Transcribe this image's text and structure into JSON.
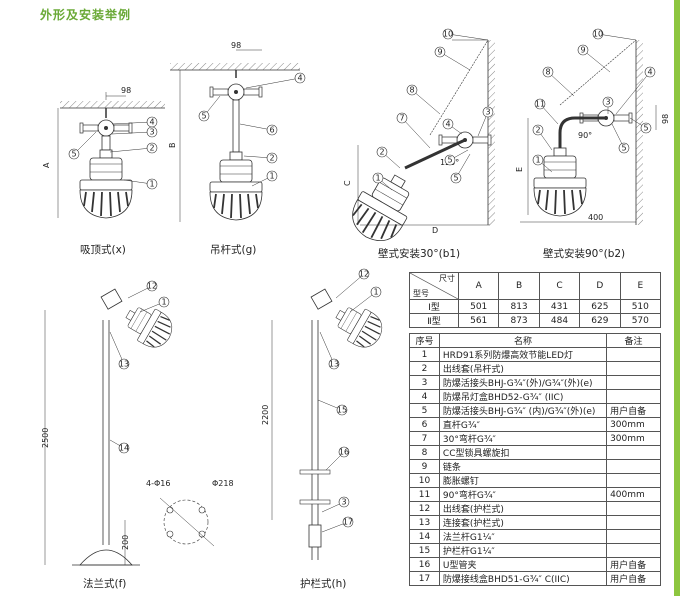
{
  "title": "外形及安装举例",
  "captions": {
    "x": "吸顶式(x)",
    "g": "吊杆式(g)",
    "b1": "壁式安装30°(b1)",
    "b2": "壁式安装90°(b2)",
    "f": "法兰式(f)",
    "h": "护栏式(h)"
  },
  "dims": {
    "d98a": "98",
    "d98b": "98",
    "dA": "A",
    "dB": "B",
    "dC": "C",
    "dD": "D",
    "dE": "E",
    "d400": "400",
    "d98c": "98",
    "d120": "120°",
    "d90": "90°",
    "d2500": "2500",
    "d200": "200",
    "d2200": "2200",
    "d4phi16": "4-Φ16",
    "dphi218": "Φ218"
  },
  "dim_table": {
    "corner_top": "尺寸",
    "corner_bottom": "型号",
    "headers": [
      "A",
      "B",
      "C",
      "D",
      "E"
    ],
    "rows": [
      {
        "model": "Ⅰ型",
        "values": [
          "501",
          "813",
          "431",
          "625",
          "510"
        ]
      },
      {
        "model": "Ⅱ型",
        "values": [
          "561",
          "873",
          "484",
          "629",
          "570"
        ]
      }
    ]
  },
  "parts_table": {
    "headers": [
      "序号",
      "名称",
      "备注"
    ],
    "rows": [
      [
        "1",
        "HRD91系列防爆高效节能LED灯",
        ""
      ],
      [
        "2",
        "出线套(吊杆式)",
        ""
      ],
      [
        "3",
        "防爆活接头BHJ-G¾″(外)/G¾″(外)(e)",
        ""
      ],
      [
        "4",
        "防爆吊灯盒BHD52-G¾″ (IIC)",
        ""
      ],
      [
        "5",
        "防爆活接头BHJ-G¾″ (内)/G¾″(外)(e)",
        "用户自备"
      ],
      [
        "6",
        "直杆G¾″",
        "300mm"
      ],
      [
        "7",
        "30°弯杆G¾″",
        "300mm"
      ],
      [
        "8",
        "CC型锁具螺旋扣",
        ""
      ],
      [
        "9",
        "链条",
        ""
      ],
      [
        "10",
        "膨胀螺钉",
        ""
      ],
      [
        "11",
        "90°弯杆G¾″",
        "400mm"
      ],
      [
        "12",
        "出线套(护栏式)",
        ""
      ],
      [
        "13",
        "连接套(护栏式)",
        ""
      ],
      [
        "14",
        "法兰杆G1¼″",
        ""
      ],
      [
        "15",
        "护栏杆G1¼″",
        ""
      ],
      [
        "16",
        "U型管夹",
        "用户自备"
      ],
      [
        "17",
        "防爆接线盒BHD51-G¾″ C(IIC)",
        "用户自备"
      ]
    ]
  },
  "colors": {
    "accent": "#6aa936",
    "bar": "#8dc63f",
    "line": "#333333"
  }
}
